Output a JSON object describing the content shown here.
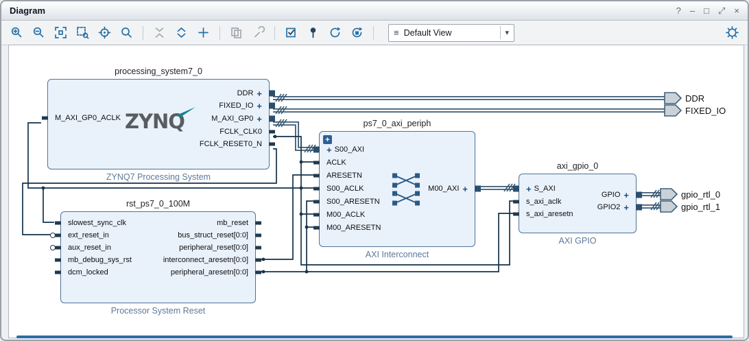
{
  "window": {
    "title": "Diagram"
  },
  "icons": {
    "help": "?",
    "minimize": "–",
    "maximize": "□",
    "float": "⤢",
    "close": "×",
    "expand_plus": "+",
    "combo_menu": "≡",
    "combo_chevron": "▾"
  },
  "toolbar": {
    "view_label": "Default View"
  },
  "diagram": {
    "blocks": {
      "ps": {
        "instance": "processing_system7_0",
        "type": "ZYNQ7 Processing System",
        "logo": "ZYNQ",
        "left_ports": [
          "M_AXI_GP0_ACLK"
        ],
        "right_ports": [
          "DDR",
          "FIXED_IO",
          "M_AXI_GP0",
          "FCLK_CLK0",
          "FCLK_RESET0_N"
        ]
      },
      "rst": {
        "instance": "rst_ps7_0_100M",
        "type": "Processor System Reset",
        "left_ports": [
          "slowest_sync_clk",
          "ext_reset_in",
          "aux_reset_in",
          "mb_debug_sys_rst",
          "dcm_locked"
        ],
        "right_ports": [
          "mb_reset",
          "bus_struct_reset[0:0]",
          "peripheral_reset[0:0]",
          "interconnect_aresetn[0:0]",
          "peripheral_aresetn[0:0]"
        ]
      },
      "axi": {
        "instance": "ps7_0_axi_periph",
        "type": "AXI Interconnect",
        "left_ports": [
          "S00_AXI",
          "ACLK",
          "ARESETN",
          "S00_ACLK",
          "S00_ARESETN",
          "M00_ACLK",
          "M00_ARESETN"
        ],
        "right_ports": [
          "M00_AXI"
        ]
      },
      "gpio": {
        "instance": "axi_gpio_0",
        "type": "AXI GPIO",
        "left_ports": [
          "S_AXI",
          "s_axi_aclk",
          "s_axi_aresetn"
        ],
        "right_ports": [
          "GPIO",
          "GPIO2"
        ]
      }
    },
    "external_ports": [
      "DDR",
      "FIXED_IO",
      "gpio_rtl_0",
      "gpio_rtl_1"
    ],
    "connections": [
      {
        "net": "DDR",
        "from": "processing_system7_0/DDR",
        "to": [
          "DDR"
        ]
      },
      {
        "net": "FIXED_IO",
        "from": "processing_system7_0/FIXED_IO",
        "to": [
          "FIXED_IO"
        ]
      },
      {
        "net": "M_AXI_GP0",
        "from": "processing_system7_0/M_AXI_GP0",
        "to": [
          "ps7_0_axi_periph/S00_AXI"
        ]
      },
      {
        "net": "FCLK_CLK0",
        "from": "processing_system7_0/FCLK_CLK0",
        "to": [
          "processing_system7_0/M_AXI_GP0_ACLK",
          "rst_ps7_0_100M/slowest_sync_clk",
          "ps7_0_axi_periph/ACLK",
          "ps7_0_axi_periph/S00_ACLK",
          "ps7_0_axi_periph/M00_ACLK",
          "axi_gpio_0/s_axi_aclk"
        ]
      },
      {
        "net": "FCLK_RESET0_N",
        "from": "processing_system7_0/FCLK_RESET0_N",
        "to": [
          "rst_ps7_0_100M/ext_reset_in"
        ]
      },
      {
        "net": "interconnect_aresetn",
        "from": "rst_ps7_0_100M/interconnect_aresetn[0:0]",
        "to": [
          "ps7_0_axi_periph/ARESETN"
        ]
      },
      {
        "net": "peripheral_aresetn",
        "from": "rst_ps7_0_100M/peripheral_aresetn[0:0]",
        "to": [
          "ps7_0_axi_periph/S00_ARESETN",
          "ps7_0_axi_periph/M00_ARESETN",
          "axi_gpio_0/s_axi_aresetn"
        ]
      },
      {
        "net": "M00_AXI",
        "from": "ps7_0_axi_periph/M00_AXI",
        "to": [
          "axi_gpio_0/S_AXI"
        ]
      },
      {
        "net": "GPIO",
        "from": "axi_gpio_0/GPIO",
        "to": [
          "gpio_rtl_0"
        ]
      },
      {
        "net": "GPIO2",
        "from": "axi_gpio_0/GPIO2",
        "to": [
          "gpio_rtl_1"
        ]
      }
    ],
    "colors": {
      "block_fill": "#e9f1fb",
      "block_border": "#4f7396",
      "wire": "#14324a",
      "bus": "#3a5a74",
      "type_label": "#5c7a99",
      "logo_swoosh": "#15828f",
      "accent": "#2e6ca6"
    }
  }
}
